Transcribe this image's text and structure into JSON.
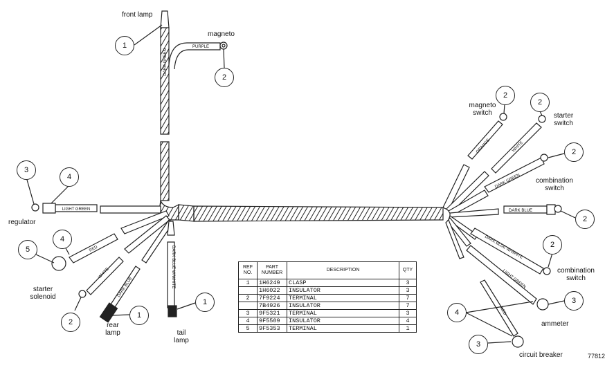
{
  "labels": {
    "front_lamp": "front lamp",
    "magneto": "magneto",
    "regulator": "regulator",
    "starter_solenoid": "starter solenoid",
    "rear_lamp": "rear lamp",
    "tail_lamp": "tail lamp",
    "magneto_switch": "magneto switch",
    "starter_switch": "starter switch",
    "combination_switch_upper": "combination switch",
    "combination_switch_lower": "combination switch",
    "ammeter": "ammeter",
    "circuit_breaker": "circuit breaker"
  },
  "wire_colors": {
    "dark_green": "DARK GREEN",
    "purple": "PURPLE",
    "light_green": "LIGHT GREEN",
    "red": "RED",
    "white": "WHITE",
    "dark_blue": "DARK BLUE",
    "dark_blue_w_white": "DARK BLUE W/WHITE",
    "orange": "ORANGE"
  },
  "callouts": {
    "front_lamp": "1",
    "magneto": "2",
    "regulator_terminal": "3",
    "regulator_insulator": "4",
    "starter_solenoid": "5",
    "solenoid_insulator": "4",
    "rear_lamp_terminal": "2",
    "rear_lamp": "1",
    "tail_lamp": "1",
    "magneto_switch": "2",
    "starter_switch": "2",
    "combination_switch_upper": "2",
    "combination_switch_dark_blue": "2",
    "combination_switch_lower": "2",
    "ammeter": "3",
    "insulators_right": "4",
    "circuit_breaker": "3"
  },
  "parts_table": {
    "headers": {
      "ref": "REF NO.",
      "part": "PART NUMBER",
      "desc": "DESCRIPTION",
      "qty": "QTY"
    },
    "rows": [
      {
        "ref": "1",
        "part": "1H6249",
        "desc": "CLASP",
        "qty": "3"
      },
      {
        "ref": "",
        "part": "1H6022",
        "desc": "INSULATOR",
        "qty": "3"
      },
      {
        "ref": "2",
        "part": "7F9224",
        "desc": "TERMINAL",
        "qty": "7"
      },
      {
        "ref": "",
        "part": "7B4926",
        "desc": "INSULATOR",
        "qty": "7"
      },
      {
        "ref": "3",
        "part": "9F5321",
        "desc": "TERMINAL",
        "qty": "3"
      },
      {
        "ref": "4",
        "part": "9F5509",
        "desc": "INSULATOR",
        "qty": "4"
      },
      {
        "ref": "5",
        "part": "9F5353",
        "desc": "TERMINAL",
        "qty": "1"
      }
    ]
  },
  "figure_number": "77812"
}
